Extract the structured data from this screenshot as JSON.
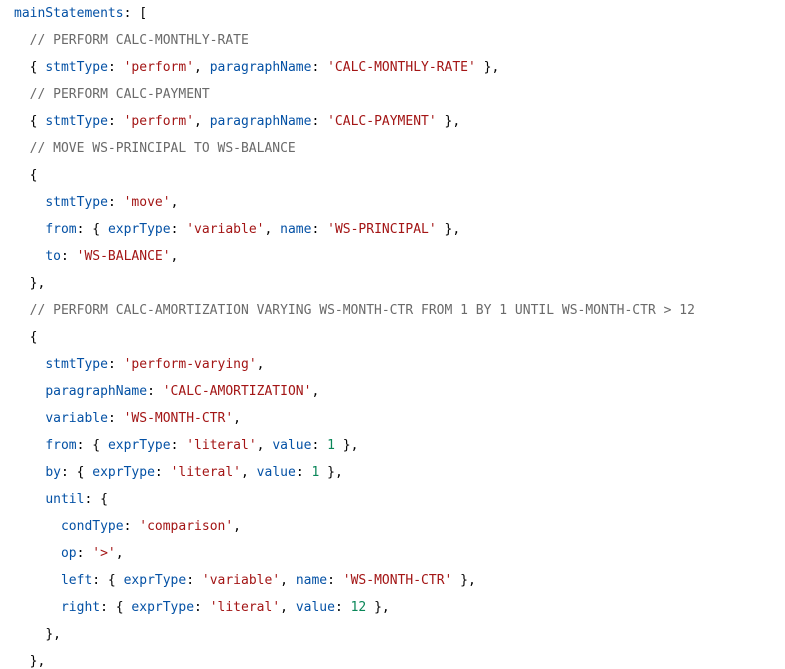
{
  "colors": {
    "background": "#ffffff",
    "key": "#0451a5",
    "string": "#a31515",
    "number": "#098658",
    "comment": "#6a6a6a",
    "punctuation": "#000000"
  },
  "code": {
    "lines": [
      [
        [
          "key",
          "mainStatements"
        ],
        [
          "punc",
          ": ["
        ]
      ],
      [
        [
          "ws",
          "  "
        ],
        [
          "com",
          "// PERFORM CALC-MONTHLY-RATE"
        ]
      ],
      [
        [
          "ws",
          "  "
        ],
        [
          "punc",
          "{ "
        ],
        [
          "key",
          "stmtType"
        ],
        [
          "punc",
          ": "
        ],
        [
          "str",
          "'perform'"
        ],
        [
          "punc",
          ", "
        ],
        [
          "key",
          "paragraphName"
        ],
        [
          "punc",
          ": "
        ],
        [
          "str",
          "'CALC-MONTHLY-RATE'"
        ],
        [
          "punc",
          " },"
        ]
      ],
      [
        [
          "ws",
          "  "
        ],
        [
          "com",
          "// PERFORM CALC-PAYMENT"
        ]
      ],
      [
        [
          "ws",
          "  "
        ],
        [
          "punc",
          "{ "
        ],
        [
          "key",
          "stmtType"
        ],
        [
          "punc",
          ": "
        ],
        [
          "str",
          "'perform'"
        ],
        [
          "punc",
          ", "
        ],
        [
          "key",
          "paragraphName"
        ],
        [
          "punc",
          ": "
        ],
        [
          "str",
          "'CALC-PAYMENT'"
        ],
        [
          "punc",
          " },"
        ]
      ],
      [
        [
          "ws",
          "  "
        ],
        [
          "com",
          "// MOVE WS-PRINCIPAL TO WS-BALANCE"
        ]
      ],
      [
        [
          "ws",
          "  "
        ],
        [
          "punc",
          "{"
        ]
      ],
      [
        [
          "ws",
          "    "
        ],
        [
          "key",
          "stmtType"
        ],
        [
          "punc",
          ": "
        ],
        [
          "str",
          "'move'"
        ],
        [
          "punc",
          ","
        ]
      ],
      [
        [
          "ws",
          "    "
        ],
        [
          "key",
          "from"
        ],
        [
          "punc",
          ": { "
        ],
        [
          "key",
          "exprType"
        ],
        [
          "punc",
          ": "
        ],
        [
          "str",
          "'variable'"
        ],
        [
          "punc",
          ", "
        ],
        [
          "key",
          "name"
        ],
        [
          "punc",
          ": "
        ],
        [
          "str",
          "'WS-PRINCIPAL'"
        ],
        [
          "punc",
          " },"
        ]
      ],
      [
        [
          "ws",
          "    "
        ],
        [
          "key",
          "to"
        ],
        [
          "punc",
          ": "
        ],
        [
          "str",
          "'WS-BALANCE'"
        ],
        [
          "punc",
          ","
        ]
      ],
      [
        [
          "ws",
          "  "
        ],
        [
          "punc",
          "},"
        ]
      ],
      [
        [
          "ws",
          "  "
        ],
        [
          "com",
          "// PERFORM CALC-AMORTIZATION VARYING WS-MONTH-CTR FROM 1 BY 1 UNTIL WS-MONTH-CTR > 12"
        ]
      ],
      [
        [
          "ws",
          "  "
        ],
        [
          "punc",
          "{"
        ]
      ],
      [
        [
          "ws",
          "    "
        ],
        [
          "key",
          "stmtType"
        ],
        [
          "punc",
          ": "
        ],
        [
          "str",
          "'perform-varying'"
        ],
        [
          "punc",
          ","
        ]
      ],
      [
        [
          "ws",
          "    "
        ],
        [
          "key",
          "paragraphName"
        ],
        [
          "punc",
          ": "
        ],
        [
          "str",
          "'CALC-AMORTIZATION'"
        ],
        [
          "punc",
          ","
        ]
      ],
      [
        [
          "ws",
          "    "
        ],
        [
          "key",
          "variable"
        ],
        [
          "punc",
          ": "
        ],
        [
          "str",
          "'WS-MONTH-CTR'"
        ],
        [
          "punc",
          ","
        ]
      ],
      [
        [
          "ws",
          "    "
        ],
        [
          "key",
          "from"
        ],
        [
          "punc",
          ": { "
        ],
        [
          "key",
          "exprType"
        ],
        [
          "punc",
          ": "
        ],
        [
          "str",
          "'literal'"
        ],
        [
          "punc",
          ", "
        ],
        [
          "key",
          "value"
        ],
        [
          "punc",
          ": "
        ],
        [
          "num",
          "1"
        ],
        [
          "punc",
          " },"
        ]
      ],
      [
        [
          "ws",
          "    "
        ],
        [
          "key",
          "by"
        ],
        [
          "punc",
          ": { "
        ],
        [
          "key",
          "exprType"
        ],
        [
          "punc",
          ": "
        ],
        [
          "str",
          "'literal'"
        ],
        [
          "punc",
          ", "
        ],
        [
          "key",
          "value"
        ],
        [
          "punc",
          ": "
        ],
        [
          "num",
          "1"
        ],
        [
          "punc",
          " },"
        ]
      ],
      [
        [
          "ws",
          "    "
        ],
        [
          "key",
          "until"
        ],
        [
          "punc",
          ": {"
        ]
      ],
      [
        [
          "ws",
          "      "
        ],
        [
          "key",
          "condType"
        ],
        [
          "punc",
          ": "
        ],
        [
          "str",
          "'comparison'"
        ],
        [
          "punc",
          ","
        ]
      ],
      [
        [
          "ws",
          "      "
        ],
        [
          "key",
          "op"
        ],
        [
          "punc",
          ": "
        ],
        [
          "str",
          "'>'"
        ],
        [
          "punc",
          ","
        ]
      ],
      [
        [
          "ws",
          "      "
        ],
        [
          "key",
          "left"
        ],
        [
          "punc",
          ": { "
        ],
        [
          "key",
          "exprType"
        ],
        [
          "punc",
          ": "
        ],
        [
          "str",
          "'variable'"
        ],
        [
          "punc",
          ", "
        ],
        [
          "key",
          "name"
        ],
        [
          "punc",
          ": "
        ],
        [
          "str",
          "'WS-MONTH-CTR'"
        ],
        [
          "punc",
          " },"
        ]
      ],
      [
        [
          "ws",
          "      "
        ],
        [
          "key",
          "right"
        ],
        [
          "punc",
          ": { "
        ],
        [
          "key",
          "exprType"
        ],
        [
          "punc",
          ": "
        ],
        [
          "str",
          "'literal'"
        ],
        [
          "punc",
          ", "
        ],
        [
          "key",
          "value"
        ],
        [
          "punc",
          ": "
        ],
        [
          "num",
          "12"
        ],
        [
          "punc",
          " },"
        ]
      ],
      [
        [
          "ws",
          "    "
        ],
        [
          "punc",
          "},"
        ]
      ],
      [
        [
          "ws",
          "  "
        ],
        [
          "punc",
          "},"
        ]
      ]
    ]
  }
}
